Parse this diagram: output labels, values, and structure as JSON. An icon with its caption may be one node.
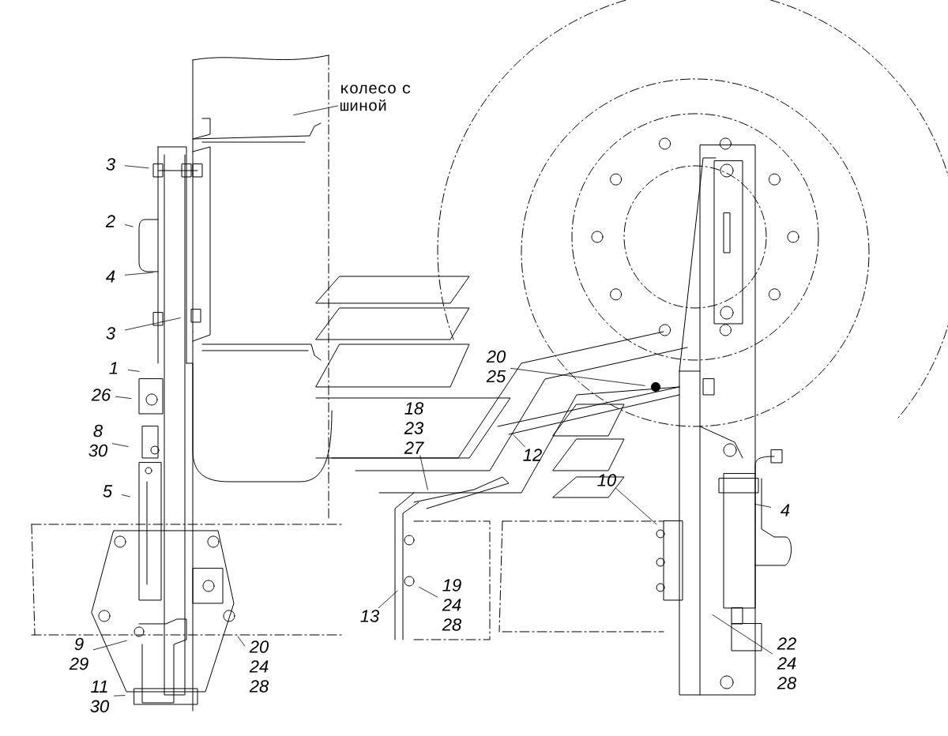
{
  "diagram": {
    "nodes": [
      {
        "text": [
          "колесо с шиной"
        ]
      },
      {
        "text": [
          "3"
        ]
      },
      {
        "text": [
          "2"
        ]
      },
      {
        "text": [
          "4"
        ]
      },
      {
        "text": [
          "3"
        ]
      },
      {
        "text": [
          "1"
        ]
      },
      {
        "text": [
          "26"
        ]
      },
      {
        "text": [
          "8 30"
        ]
      },
      {
        "text": [
          "5"
        ]
      },
      {
        "text": [
          "9 29"
        ]
      },
      {
        "text": [
          "11 30"
        ]
      },
      {
        "text": [
          "20 24 28"
        ]
      },
      {
        "text": [
          "20 25"
        ]
      },
      {
        "text": [
          "18 23 27"
        ]
      },
      {
        "text": [
          "12"
        ]
      },
      {
        "text": [
          "10"
        ]
      },
      {
        "text": [
          "13"
        ]
      },
      {
        "text": [
          "19 24 28"
        ]
      },
      {
        "text": [
          "4"
        ]
      },
      {
        "text": [
          "22 24 28"
        ]
      }
    ],
    "edges": [
      {
        "from": 0,
        "to": null,
        "arrow": "none"
      },
      {
        "from": 1,
        "to": null,
        "arrow": "none"
      },
      {
        "from": 2,
        "to": null,
        "arrow": "none"
      },
      {
        "from": 3,
        "to": null,
        "arrow": "none"
      },
      {
        "from": 4,
        "to": null,
        "arrow": "none"
      },
      {
        "from": 5,
        "to": null,
        "arrow": "none"
      },
      {
        "from": 6,
        "to": null,
        "arrow": "none"
      },
      {
        "from": 7,
        "to": null,
        "arrow": "none"
      },
      {
        "from": 8,
        "to": null,
        "arrow": "none"
      },
      {
        "from": 9,
        "to": null,
        "arrow": "none"
      },
      {
        "from": 10,
        "to": null,
        "arrow": "none"
      },
      {
        "from": 11,
        "to": null,
        "arrow": "none"
      },
      {
        "from": 12,
        "to": null,
        "arrow": "none"
      },
      {
        "from": 13,
        "to": null,
        "arrow": "none"
      },
      {
        "from": 14,
        "to": null,
        "arrow": "none"
      },
      {
        "from": 15,
        "to": null,
        "arrow": "none"
      },
      {
        "from": 16,
        "to": null,
        "arrow": "none"
      },
      {
        "from": 17,
        "to": null,
        "arrow": "none"
      },
      {
        "from": 18,
        "to": null,
        "arrow": "none"
      },
      {
        "from": 19,
        "to": null,
        "arrow": "none"
      }
    ]
  }
}
